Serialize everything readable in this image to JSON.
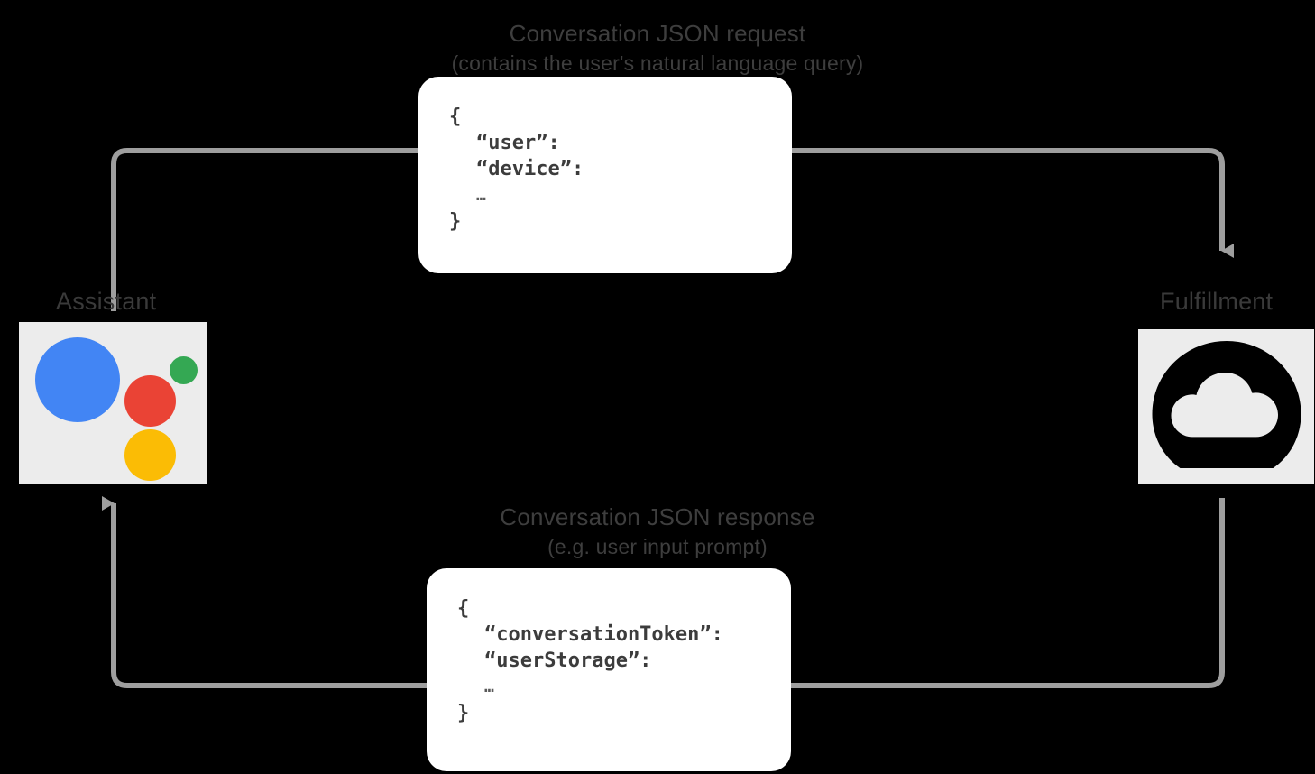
{
  "diagram": {
    "title": "Conversation flow between Google Assistant and Fulfillment",
    "background_color": "#000000",
    "arrow_color": "#9e9e9e",
    "label_color": "#3e3e3e"
  },
  "endpoints": {
    "assistant": {
      "caption": "Assistant",
      "icon": "google-assistant-icon",
      "tile_color": "#ececec",
      "dot_colors": {
        "blue": "#4285F4",
        "red": "#EA4335",
        "green": "#34A853",
        "yellow": "#FBBC05"
      }
    },
    "fulfillment": {
      "caption": "Fulfillment",
      "icon": "cloud-icon",
      "tile_color": "#ececec",
      "glyph_color": "#000000"
    }
  },
  "flows": {
    "request": {
      "label_line1": "Conversation JSON request",
      "label_line2": "(contains the user's natural language query)",
      "direction": "assistant-to-fulfillment"
    },
    "response": {
      "label_line1": "Conversation JSON response",
      "label_line2": "(e.g. user input prompt)",
      "direction": "fulfillment-to-assistant"
    }
  },
  "cards": {
    "request_json": {
      "name": "conversation-request-json",
      "lines": [
        "{",
        "“user”:",
        "“device”:",
        "…",
        "}"
      ]
    },
    "response_json": {
      "name": "conversation-response-json",
      "lines": [
        "{",
        "“conversationToken”:",
        "“userStorage”:",
        "…",
        "}"
      ]
    }
  }
}
